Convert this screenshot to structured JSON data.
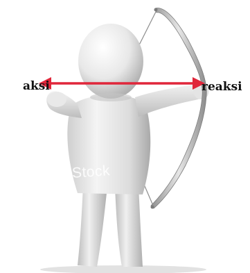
{
  "labels": {
    "action": "aksi",
    "reaction": "reaksi"
  },
  "watermark": "Stock",
  "colors": {
    "arrow": "#e0263a",
    "figure_light": "#f2f2f2",
    "figure_shadow": "#b8b8b8",
    "bow": "#a9a9a9",
    "background": "#ffffff"
  }
}
